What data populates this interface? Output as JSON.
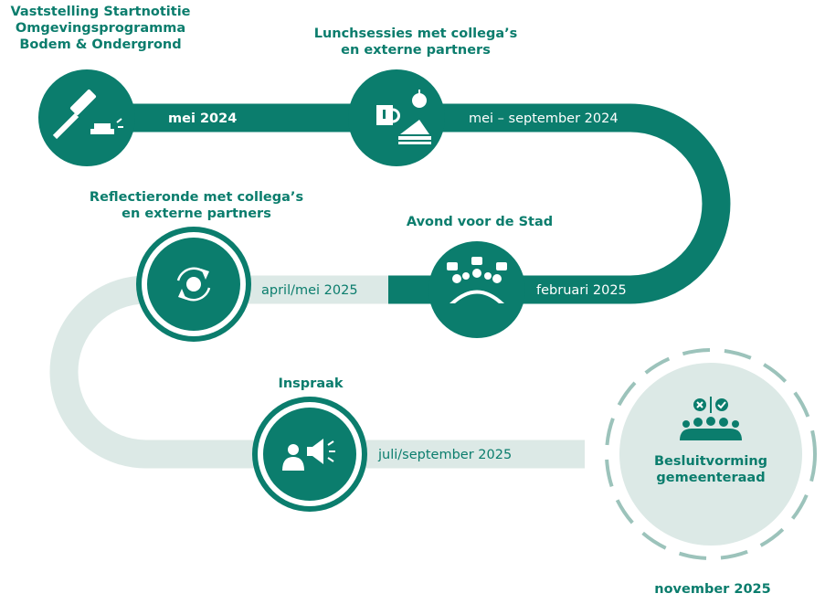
{
  "colors": {
    "primary": "#0b7d6d",
    "light": "#dce9e6",
    "white": "#ffffff"
  },
  "milestones": [
    {
      "id": "startnotitie",
      "title_lines": [
        "Vaststelling Startnotitie",
        "Omgevingsprogramma",
        "Bodem & Ondergrond"
      ],
      "date": "mei 2024",
      "icon": "gavel-icon",
      "status": "done"
    },
    {
      "id": "lunchsessies",
      "title_lines": [
        "Lunchsessies met collega’s",
        "en externe partners"
      ],
      "date": "mei – september 2024",
      "icon": "lunch-icon",
      "status": "done"
    },
    {
      "id": "avond-voor-de-stad",
      "title_lines": [
        "Avond voor de Stad"
      ],
      "date": "februari 2025",
      "icon": "group-discussion-icon",
      "status": "done"
    },
    {
      "id": "reflectieronde",
      "title_lines": [
        "Reflectieronde met collega’s",
        "en externe partners"
      ],
      "date": "april/mei 2025",
      "icon": "refresh-icon",
      "status": "upcoming"
    },
    {
      "id": "inspraak",
      "title_lines": [
        "Inspraak"
      ],
      "date": "juli/september 2025",
      "icon": "megaphone-icon",
      "status": "upcoming"
    },
    {
      "id": "besluitvorming",
      "title_lines": [
        "Besluitvorming",
        "gemeenteraad"
      ],
      "date": "november 2025",
      "icon": "vote-icon",
      "status": "future"
    }
  ]
}
